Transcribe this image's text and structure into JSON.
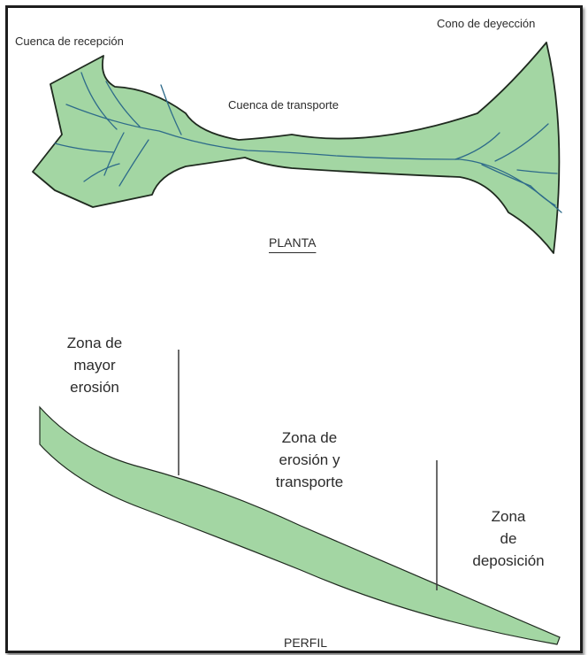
{
  "planta": {
    "title": "PLANTA",
    "labels": {
      "cuenca_recepcion": "Cuenca de recepción",
      "cuenca_transporte": "Cuenca de transporte",
      "cono_deyeccion": "Cono de deyección"
    }
  },
  "perfil": {
    "title": "PERFIL",
    "zones": {
      "mayor_erosion": [
        "Zona de",
        "mayor",
        "erosión"
      ],
      "erosion_transporte": [
        "Zona de",
        "erosión y",
        "transporte"
      ],
      "deposicion": [
        "Zona",
        "de",
        "deposición"
      ]
    }
  },
  "colors": {
    "fill": "#a3d6a3",
    "outline": "#1f2a1f",
    "river": "#2e6b8a",
    "divider": "#3a3a3a",
    "frame": "#1e1e1e"
  }
}
